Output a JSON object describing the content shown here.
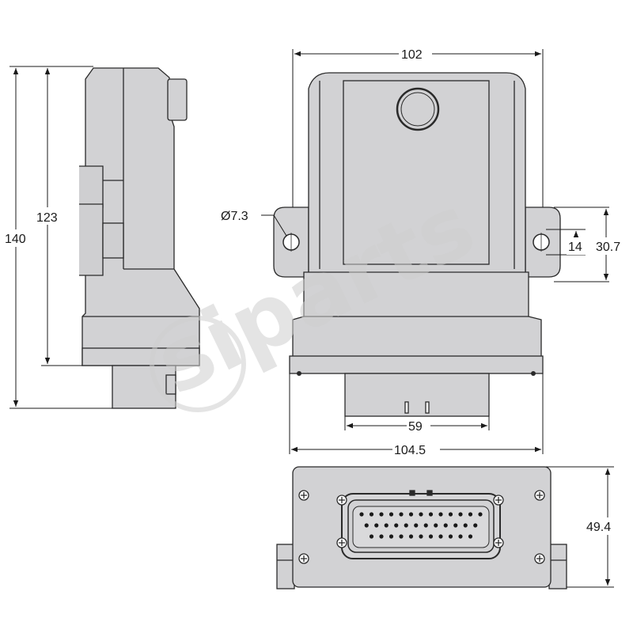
{
  "dimensions": {
    "side_total_height": "140",
    "side_body_height": "123",
    "front_top_width": "102",
    "front_hole_diameter": "Ø7.3",
    "front_mount_14": "14",
    "front_mount_30_7": "30.7",
    "front_connector_width": "59",
    "front_base_width": "104.5",
    "bottom_depth": "49.4"
  },
  "watermark": {
    "text": "siparts",
    "color": "#cfcfcf"
  },
  "colors": {
    "body_fill": "#d2d2d4",
    "outline": "#2a2a2a",
    "dimension_line": "#1a1a1a"
  },
  "connector_pin_rows": [
    13,
    12,
    11
  ]
}
